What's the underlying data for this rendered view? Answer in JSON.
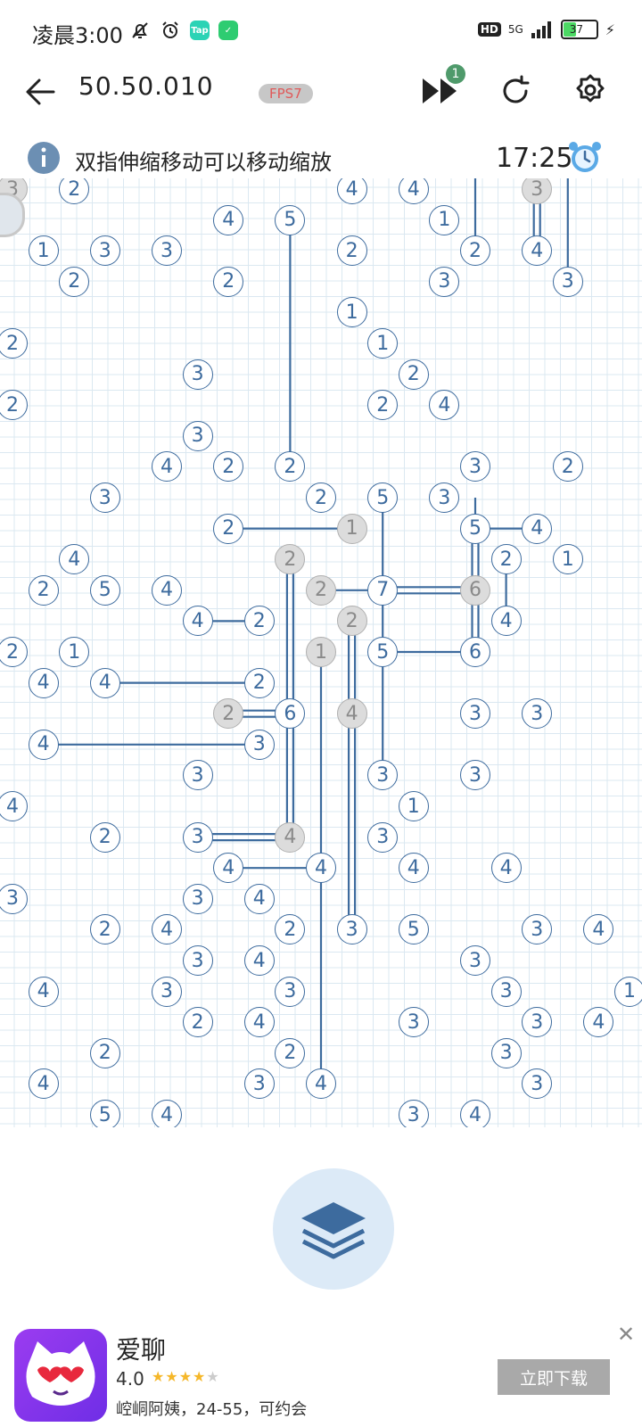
{
  "status": {
    "time": "凌晨3:00",
    "hd": "HD",
    "network": "5G",
    "battery": "37",
    "tap_icon": "Tap"
  },
  "toolbar": {
    "level": "50.50.010",
    "fps": "FPS7",
    "skip_badge": "1"
  },
  "hint": {
    "text": "双指伸缩移动可以移动缩放",
    "timer": "17:25"
  },
  "colors": {
    "accent": "#3d6b9e",
    "grid": "#dbe8f1",
    "node_done": "#dcdcdc",
    "layers_bg": "#dceaf7"
  },
  "ad": {
    "name": "爱聊",
    "rating": "4.0",
    "desc": "崆峒阿姨，24-55，可约会",
    "button": "立即下载"
  },
  "puzzle": {
    "nodes": [
      {
        "c": 0,
        "r": 0,
        "v": "3",
        "done": true
      },
      {
        "c": 2,
        "r": 0,
        "v": "2"
      },
      {
        "c": 11,
        "r": 0,
        "v": "4"
      },
      {
        "c": 13,
        "r": 0,
        "v": "4"
      },
      {
        "c": 17,
        "r": 0,
        "v": "3",
        "done": true
      },
      {
        "c": 7,
        "r": 1,
        "v": "4"
      },
      {
        "c": 9,
        "r": 1,
        "v": "5"
      },
      {
        "c": 14,
        "r": 1,
        "v": "1"
      },
      {
        "c": 1,
        "r": 2,
        "v": "1"
      },
      {
        "c": 3,
        "r": 2,
        "v": "3"
      },
      {
        "c": 5,
        "r": 2,
        "v": "3"
      },
      {
        "c": 11,
        "r": 2,
        "v": "2"
      },
      {
        "c": 15,
        "r": 2,
        "v": "2"
      },
      {
        "c": 17,
        "r": 2,
        "v": "4"
      },
      {
        "c": 2,
        "r": 3,
        "v": "2"
      },
      {
        "c": 7,
        "r": 3,
        "v": "2"
      },
      {
        "c": 14,
        "r": 3,
        "v": "3"
      },
      {
        "c": 18,
        "r": 3,
        "v": "3"
      },
      {
        "c": 11,
        "r": 4,
        "v": "1"
      },
      {
        "c": 0,
        "r": 5,
        "v": "2"
      },
      {
        "c": 12,
        "r": 5,
        "v": "1"
      },
      {
        "c": 6,
        "r": 6,
        "v": "3"
      },
      {
        "c": 13,
        "r": 6,
        "v": "2"
      },
      {
        "c": 0,
        "r": 7,
        "v": "2"
      },
      {
        "c": 12,
        "r": 7,
        "v": "2"
      },
      {
        "c": 14,
        "r": 7,
        "v": "4"
      },
      {
        "c": 6,
        "r": 8,
        "v": "3"
      },
      {
        "c": 5,
        "r": 9,
        "v": "4"
      },
      {
        "c": 7,
        "r": 9,
        "v": "2"
      },
      {
        "c": 9,
        "r": 9,
        "v": "2"
      },
      {
        "c": 15,
        "r": 9,
        "v": "3"
      },
      {
        "c": 18,
        "r": 9,
        "v": "2"
      },
      {
        "c": 3,
        "r": 10,
        "v": "3"
      },
      {
        "c": 10,
        "r": 10,
        "v": "2"
      },
      {
        "c": 12,
        "r": 10,
        "v": "5"
      },
      {
        "c": 14,
        "r": 10,
        "v": "3"
      },
      {
        "c": 7,
        "r": 11,
        "v": "2"
      },
      {
        "c": 11,
        "r": 11,
        "v": "1",
        "done": true
      },
      {
        "c": 15,
        "r": 11,
        "v": "5"
      },
      {
        "c": 17,
        "r": 11,
        "v": "4"
      },
      {
        "c": 2,
        "r": 12,
        "v": "4"
      },
      {
        "c": 9,
        "r": 12,
        "v": "2",
        "done": true
      },
      {
        "c": 16,
        "r": 12,
        "v": "2"
      },
      {
        "c": 18,
        "r": 12,
        "v": "1"
      },
      {
        "c": 1,
        "r": 13,
        "v": "2"
      },
      {
        "c": 3,
        "r": 13,
        "v": "5"
      },
      {
        "c": 5,
        "r": 13,
        "v": "4"
      },
      {
        "c": 10,
        "r": 13,
        "v": "2",
        "done": true
      },
      {
        "c": 12,
        "r": 13,
        "v": "7"
      },
      {
        "c": 15,
        "r": 13,
        "v": "6",
        "done": true
      },
      {
        "c": 6,
        "r": 14,
        "v": "4"
      },
      {
        "c": 8,
        "r": 14,
        "v": "2"
      },
      {
        "c": 11,
        "r": 14,
        "v": "2",
        "done": true
      },
      {
        "c": 16,
        "r": 14,
        "v": "4"
      },
      {
        "c": 0,
        "r": 15,
        "v": "2"
      },
      {
        "c": 2,
        "r": 15,
        "v": "1"
      },
      {
        "c": 10,
        "r": 15,
        "v": "1",
        "done": true
      },
      {
        "c": 12,
        "r": 15,
        "v": "5"
      },
      {
        "c": 15,
        "r": 15,
        "v": "6"
      },
      {
        "c": 1,
        "r": 16,
        "v": "4"
      },
      {
        "c": 3,
        "r": 16,
        "v": "4"
      },
      {
        "c": 8,
        "r": 16,
        "v": "2"
      },
      {
        "c": 7,
        "r": 17,
        "v": "2",
        "done": true
      },
      {
        "c": 9,
        "r": 17,
        "v": "6"
      },
      {
        "c": 11,
        "r": 17,
        "v": "4",
        "done": true
      },
      {
        "c": 15,
        "r": 17,
        "v": "3"
      },
      {
        "c": 17,
        "r": 17,
        "v": "3"
      },
      {
        "c": 1,
        "r": 18,
        "v": "4"
      },
      {
        "c": 8,
        "r": 18,
        "v": "3"
      },
      {
        "c": 6,
        "r": 19,
        "v": "3"
      },
      {
        "c": 12,
        "r": 19,
        "v": "3"
      },
      {
        "c": 15,
        "r": 19,
        "v": "3"
      },
      {
        "c": 0,
        "r": 20,
        "v": "4"
      },
      {
        "c": 13,
        "r": 20,
        "v": "1"
      },
      {
        "c": 3,
        "r": 21,
        "v": "2"
      },
      {
        "c": 6,
        "r": 21,
        "v": "3"
      },
      {
        "c": 9,
        "r": 21,
        "v": "4",
        "done": true
      },
      {
        "c": 12,
        "r": 21,
        "v": "3"
      },
      {
        "c": 7,
        "r": 22,
        "v": "4"
      },
      {
        "c": 10,
        "r": 22,
        "v": "4"
      },
      {
        "c": 13,
        "r": 22,
        "v": "4"
      },
      {
        "c": 16,
        "r": 22,
        "v": "4"
      },
      {
        "c": 0,
        "r": 23,
        "v": "3"
      },
      {
        "c": 6,
        "r": 23,
        "v": "3"
      },
      {
        "c": 8,
        "r": 23,
        "v": "4"
      },
      {
        "c": 3,
        "r": 24,
        "v": "2"
      },
      {
        "c": 5,
        "r": 24,
        "v": "4"
      },
      {
        "c": 9,
        "r": 24,
        "v": "2"
      },
      {
        "c": 11,
        "r": 24,
        "v": "3"
      },
      {
        "c": 13,
        "r": 24,
        "v": "5"
      },
      {
        "c": 17,
        "r": 24,
        "v": "3"
      },
      {
        "c": 19,
        "r": 24,
        "v": "4"
      },
      {
        "c": 6,
        "r": 25,
        "v": "3"
      },
      {
        "c": 8,
        "r": 25,
        "v": "4"
      },
      {
        "c": 15,
        "r": 25,
        "v": "3"
      },
      {
        "c": 1,
        "r": 26,
        "v": "4"
      },
      {
        "c": 5,
        "r": 26,
        "v": "3"
      },
      {
        "c": 9,
        "r": 26,
        "v": "3"
      },
      {
        "c": 16,
        "r": 26,
        "v": "3"
      },
      {
        "c": 20,
        "r": 26,
        "v": "1"
      },
      {
        "c": 6,
        "r": 27,
        "v": "2"
      },
      {
        "c": 8,
        "r": 27,
        "v": "4"
      },
      {
        "c": 13,
        "r": 27,
        "v": "3"
      },
      {
        "c": 17,
        "r": 27,
        "v": "3"
      },
      {
        "c": 19,
        "r": 27,
        "v": "4"
      },
      {
        "c": 3,
        "r": 28,
        "v": "2"
      },
      {
        "c": 9,
        "r": 28,
        "v": "2"
      },
      {
        "c": 16,
        "r": 28,
        "v": "3"
      },
      {
        "c": 1,
        "r": 29,
        "v": "4"
      },
      {
        "c": 8,
        "r": 29,
        "v": "3"
      },
      {
        "c": 10,
        "r": 29,
        "v": "4"
      },
      {
        "c": 17,
        "r": 29,
        "v": "3"
      },
      {
        "c": 3,
        "r": 30,
        "v": "5"
      },
      {
        "c": 5,
        "r": 30,
        "v": "4"
      },
      {
        "c": 13,
        "r": 30,
        "v": "3"
      },
      {
        "c": 15,
        "r": 30,
        "v": "4"
      }
    ],
    "bridges": [
      {
        "c1": 9,
        "r1": 1,
        "c2": 9,
        "r2": 9,
        "n": 1
      },
      {
        "c1": 15,
        "r1": -1,
        "c2": 15,
        "r2": 2,
        "n": 1
      },
      {
        "c1": 17,
        "r1": 0,
        "c2": 17,
        "r2": 2,
        "n": 2
      },
      {
        "c1": 18,
        "r1": -1,
        "c2": 18,
        "r2": 3,
        "n": 1
      },
      {
        "c1": 7,
        "r1": 11,
        "c2": 11,
        "r2": 11,
        "n": 1
      },
      {
        "c1": 12,
        "r1": 10,
        "c2": 12,
        "r2": 19,
        "n": 1
      },
      {
        "c1": 15,
        "r1": 10,
        "c2": 15,
        "r2": 11,
        "n": 1
      },
      {
        "c1": 15,
        "r1": 11,
        "c2": 17,
        "r2": 11,
        "n": 1
      },
      {
        "c1": 15,
        "r1": 11,
        "c2": 15,
        "r2": 13,
        "n": 2
      },
      {
        "c1": 15,
        "r1": 13,
        "c2": 15,
        "r2": 15,
        "n": 2
      },
      {
        "c1": 16,
        "r1": 12,
        "c2": 16,
        "r2": 14,
        "n": 1
      },
      {
        "c1": 10,
        "r1": 13,
        "c2": 12,
        "r2": 13,
        "n": 1
      },
      {
        "c1": 12,
        "r1": 13,
        "c2": 15,
        "r2": 13,
        "n": 2
      },
      {
        "c1": 6,
        "r1": 14,
        "c2": 8,
        "r2": 14,
        "n": 1
      },
      {
        "c1": 12,
        "r1": 15,
        "c2": 15,
        "r2": 15,
        "n": 1
      },
      {
        "c1": 11,
        "r1": 14,
        "c2": 11,
        "r2": 17,
        "n": 2
      },
      {
        "c1": 11,
        "r1": 17,
        "c2": 11,
        "r2": 24,
        "n": 2
      },
      {
        "c1": 9,
        "r1": 12,
        "c2": 9,
        "r2": 17,
        "n": 2
      },
      {
        "c1": 9,
        "r1": 17,
        "c2": 9,
        "r2": 21,
        "n": 2
      },
      {
        "c1": 3,
        "r1": 16,
        "c2": 8,
        "r2": 16,
        "n": 1
      },
      {
        "c1": 7,
        "r1": 17,
        "c2": 9,
        "r2": 17,
        "n": 2
      },
      {
        "c1": 1,
        "r1": 18,
        "c2": 8,
        "r2": 18,
        "n": 1
      },
      {
        "c1": 6,
        "r1": 21,
        "c2": 9,
        "r2": 21,
        "n": 2
      },
      {
        "c1": 7,
        "r1": 22,
        "c2": 10,
        "r2": 22,
        "n": 1
      },
      {
        "c1": 10,
        "r1": 15,
        "c2": 10,
        "r2": 22,
        "n": 1
      },
      {
        "c1": 10,
        "r1": 22,
        "c2": 10,
        "r2": 29,
        "n": 1
      }
    ]
  }
}
